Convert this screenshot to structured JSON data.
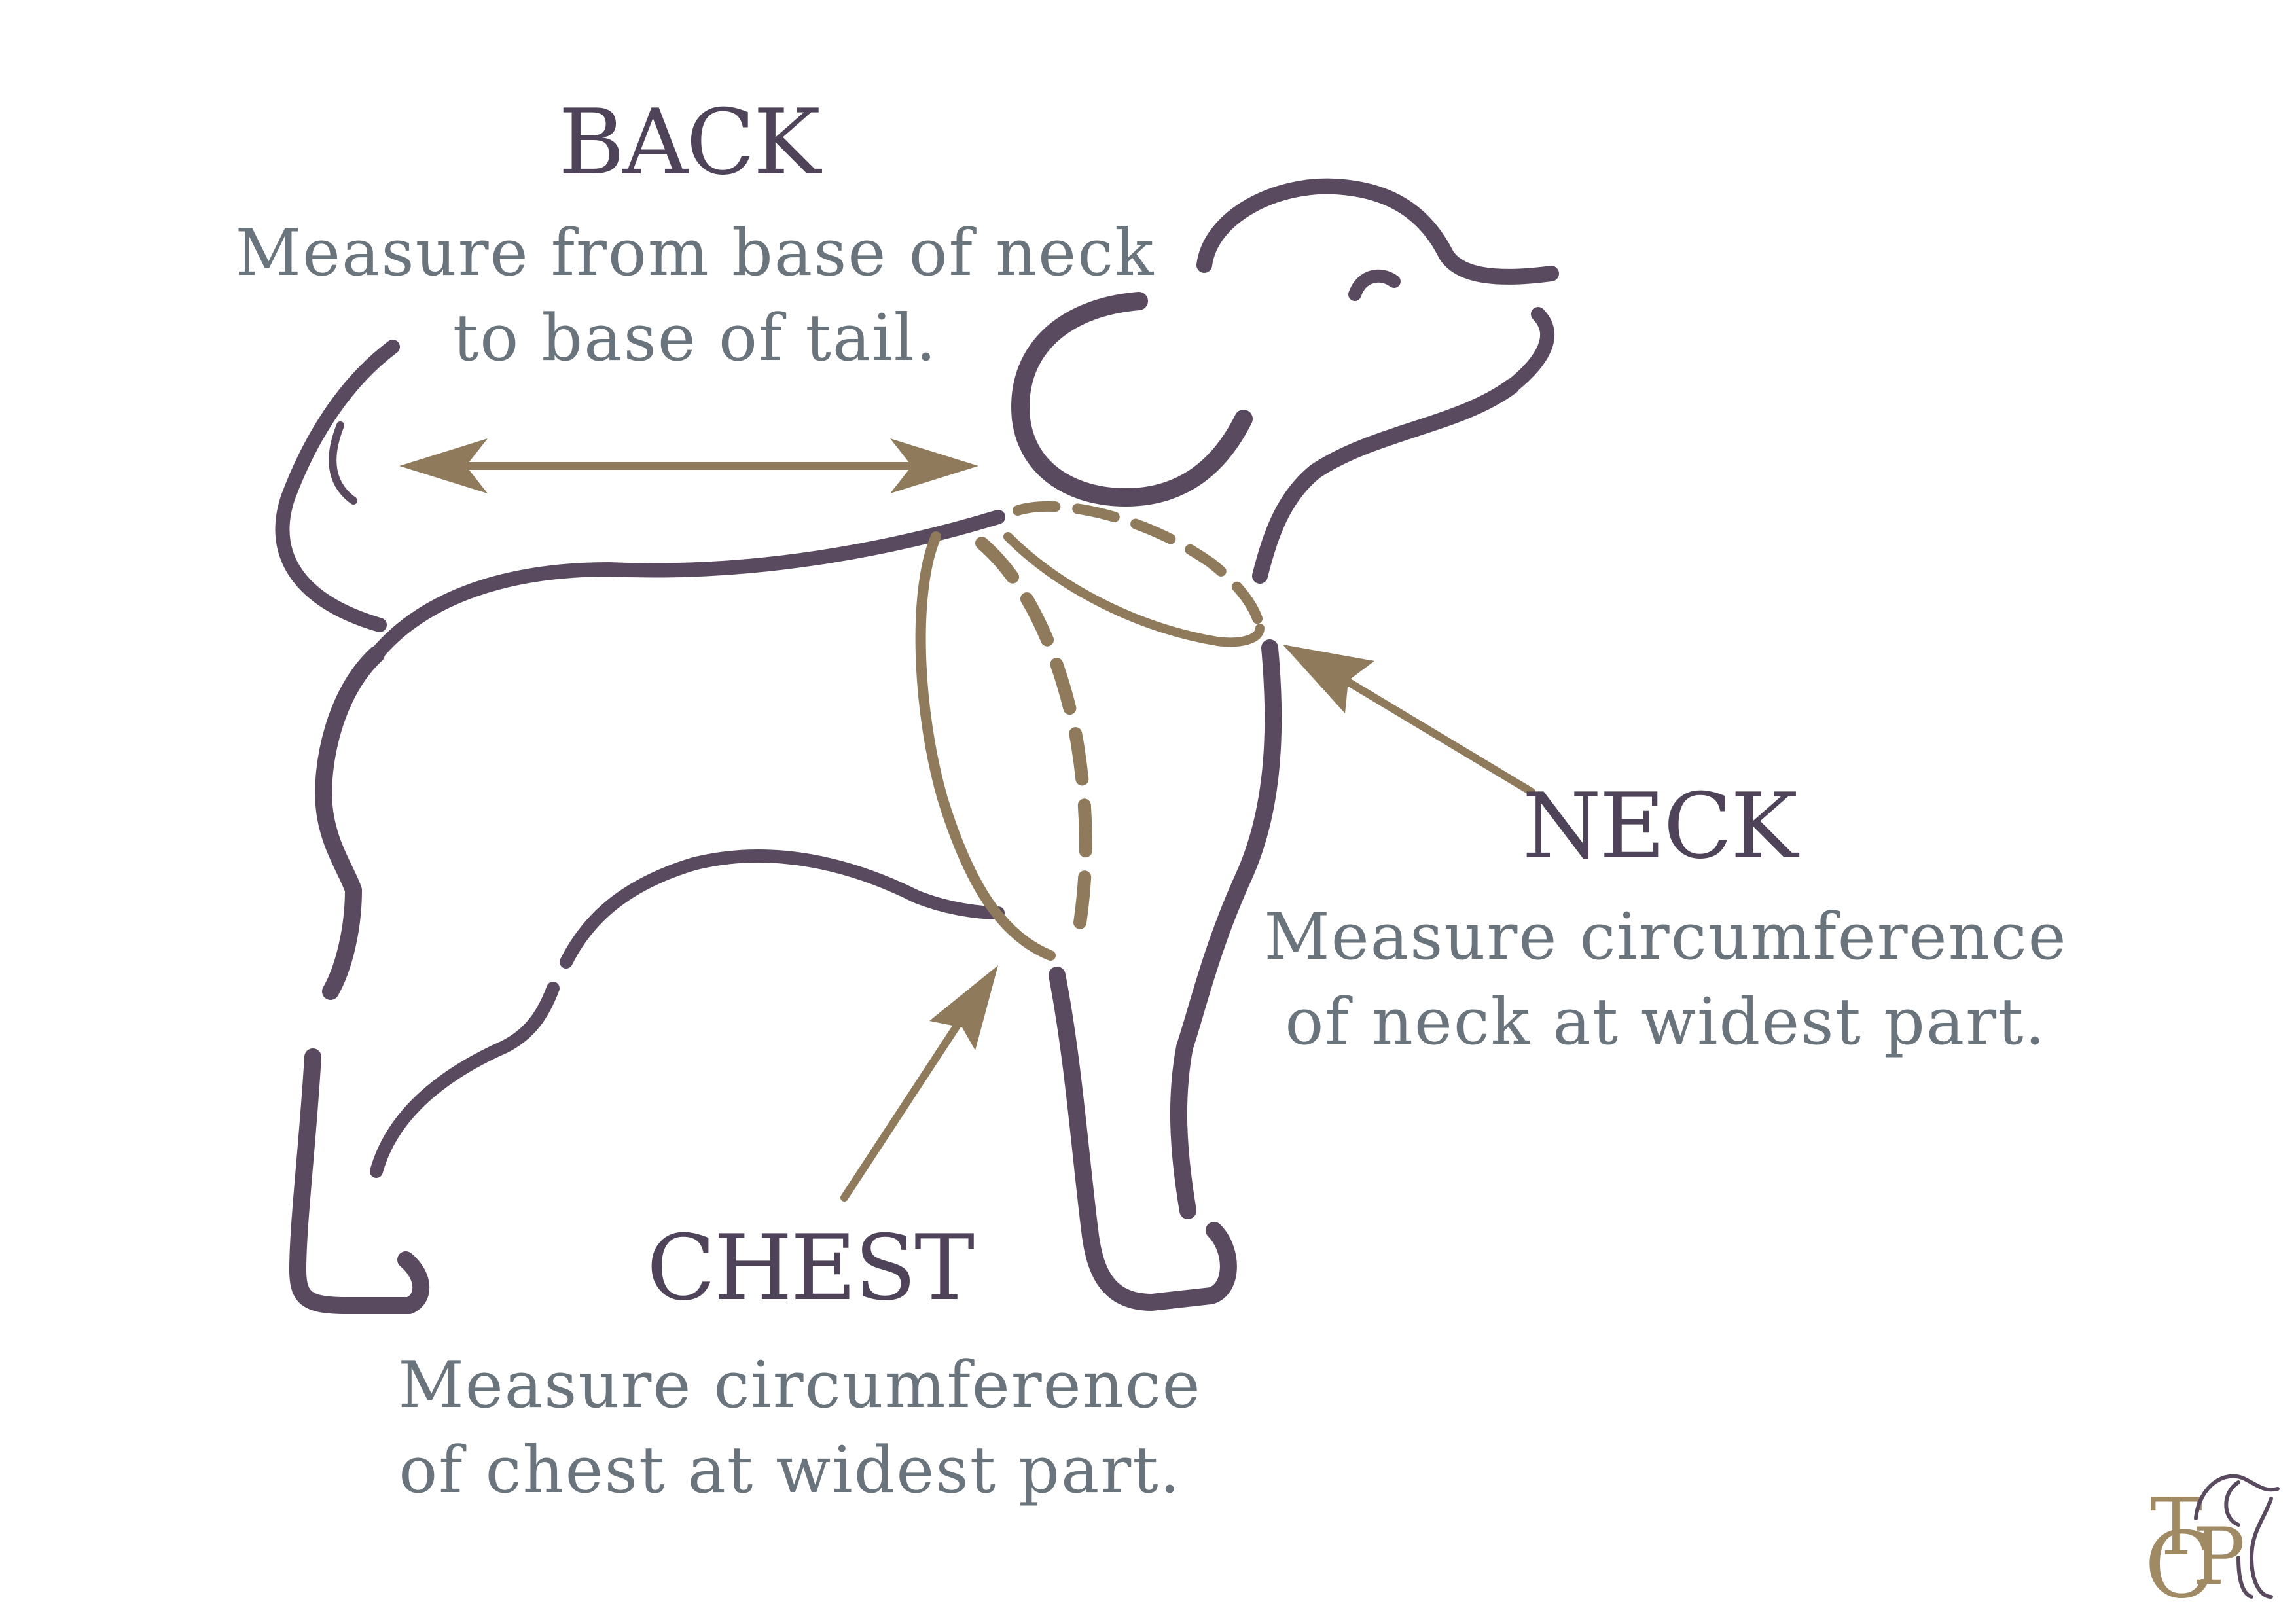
{
  "labels": {
    "back": {
      "title": "BACK",
      "line1": "Measure from base of neck",
      "line2": "to base of tail."
    },
    "neck": {
      "title": "NECK",
      "line1": "Measure circumference",
      "line2": "of neck at widest part."
    },
    "chest": {
      "title": "CHEST",
      "line1": "Measure circumference",
      "line2": "of chest at widest part."
    }
  },
  "logo": {
    "letters": [
      "T",
      "C",
      "P"
    ]
  },
  "colors": {
    "outline": "#594a5f",
    "measure": "#8f7b5c",
    "heading": "#4e4358",
    "description": "#6a747c",
    "logo": "#a08a63"
  },
  "icons": {
    "dog": "dog-outline-icon",
    "logo": "tcp-dog-logo-icon"
  }
}
